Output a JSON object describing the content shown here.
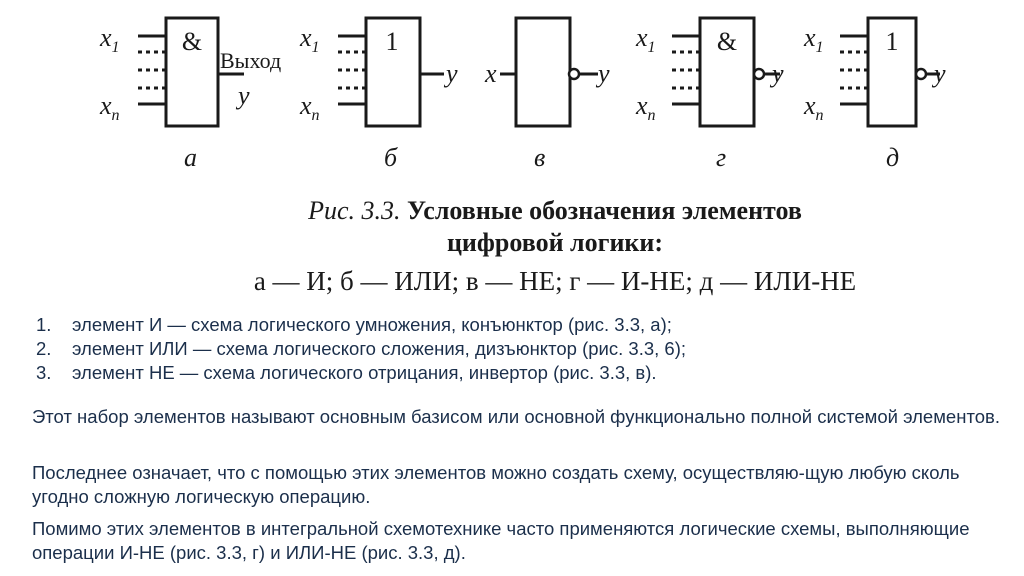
{
  "figure": {
    "gates": [
      {
        "symbol": "&",
        "out_label": "Выход",
        "out_var": "y",
        "panel": "а"
      },
      {
        "symbol": "1",
        "out_var": "y",
        "panel": "б"
      },
      {
        "in_var": "x",
        "out_var": "y",
        "panel": "в"
      },
      {
        "symbol": "&",
        "out_var": "y",
        "panel": "г"
      },
      {
        "symbol": "1",
        "out_var": "y",
        "panel": "д"
      }
    ],
    "input_first": "x",
    "input_first_sub": "1",
    "input_last": "x",
    "input_last_sub": "n"
  },
  "caption": {
    "label": "Рис. 3.3.",
    "title_line1": "Условные обозначения элементов",
    "title_line2": "цифровой логики:",
    "legend_line": "а — И; б — ИЛИ; в — НЕ; г — И-НЕ; д — ИЛИ-НЕ"
  },
  "list": [
    {
      "num": "1.",
      "text": "элемент И — схема логического умножения, конъюнктор (рис. 3.3, а);"
    },
    {
      "num": "2.",
      "text": "элемент ИЛИ — схема логического сложения, дизъюнктор (рис. 3.3, 6);"
    },
    {
      "num": "3.",
      "text": "элемент НЕ — схема логического отрицания, инвертор (рис. 3.3, в)."
    }
  ],
  "paragraphs": [
    "Этот набор элементов называют основным базисом или основной функционально полной системой элементов.",
    "Последнее означает, что с помощью этих элементов можно создать схему, осуществляю-щую любую сколь угодно сложную логическую операцию.",
    "Помимо этих элементов в интегральной схемотехнике часто применяются логические схемы, выполняющие операции И-НЕ (рис. 3.3, г) и ИЛИ-НЕ (рис. 3.3, д)."
  ]
}
